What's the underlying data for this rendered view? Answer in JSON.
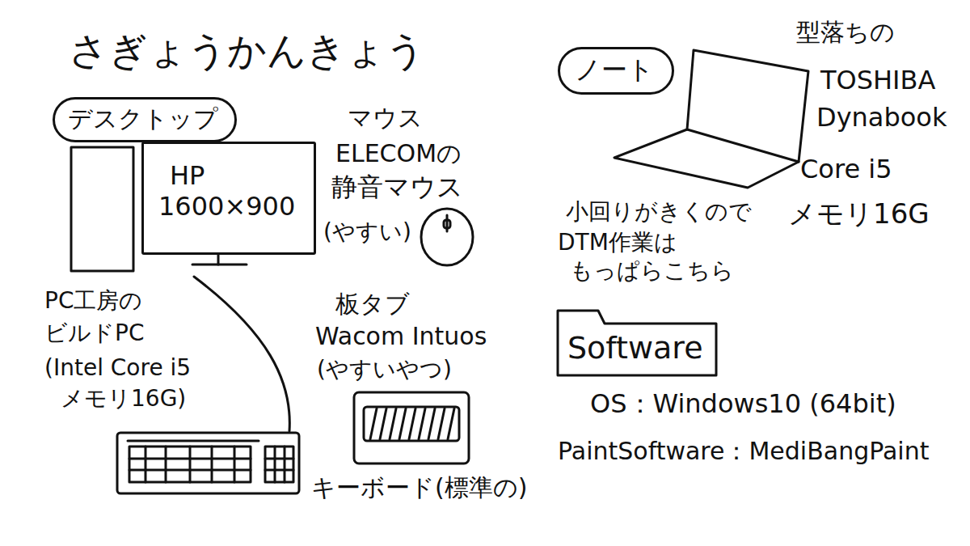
{
  "diagram": {
    "title": "さぎょうかんきょう",
    "nodes": [
      {
        "text": [
          "デスクトップ"
        ]
      },
      {
        "text": [
          "HP",
          "1600×900"
        ]
      },
      {
        "text": [
          "ノート"
        ]
      },
      {
        "text": [
          "Software"
        ]
      }
    ],
    "labels": [
      "PC工房の",
      "ビルドPC",
      "(Intel Core i5",
      "メモリ16G)",
      "マウス",
      "ELECOMの",
      "静音マウス",
      "(やすい)",
      "板タブ",
      "Wacom Intuos",
      "(やすいやつ)",
      "キーボード(標準の)",
      "型落ちの",
      "TOSHIBA",
      "Dynabook",
      "Core i5",
      "メモリ16G",
      "小回りがきくので",
      "DTM作業は",
      "もっぱらこちら",
      "OS：Windows10 (64bit)",
      "PaintSoftware：MediBangPaint"
    ]
  }
}
